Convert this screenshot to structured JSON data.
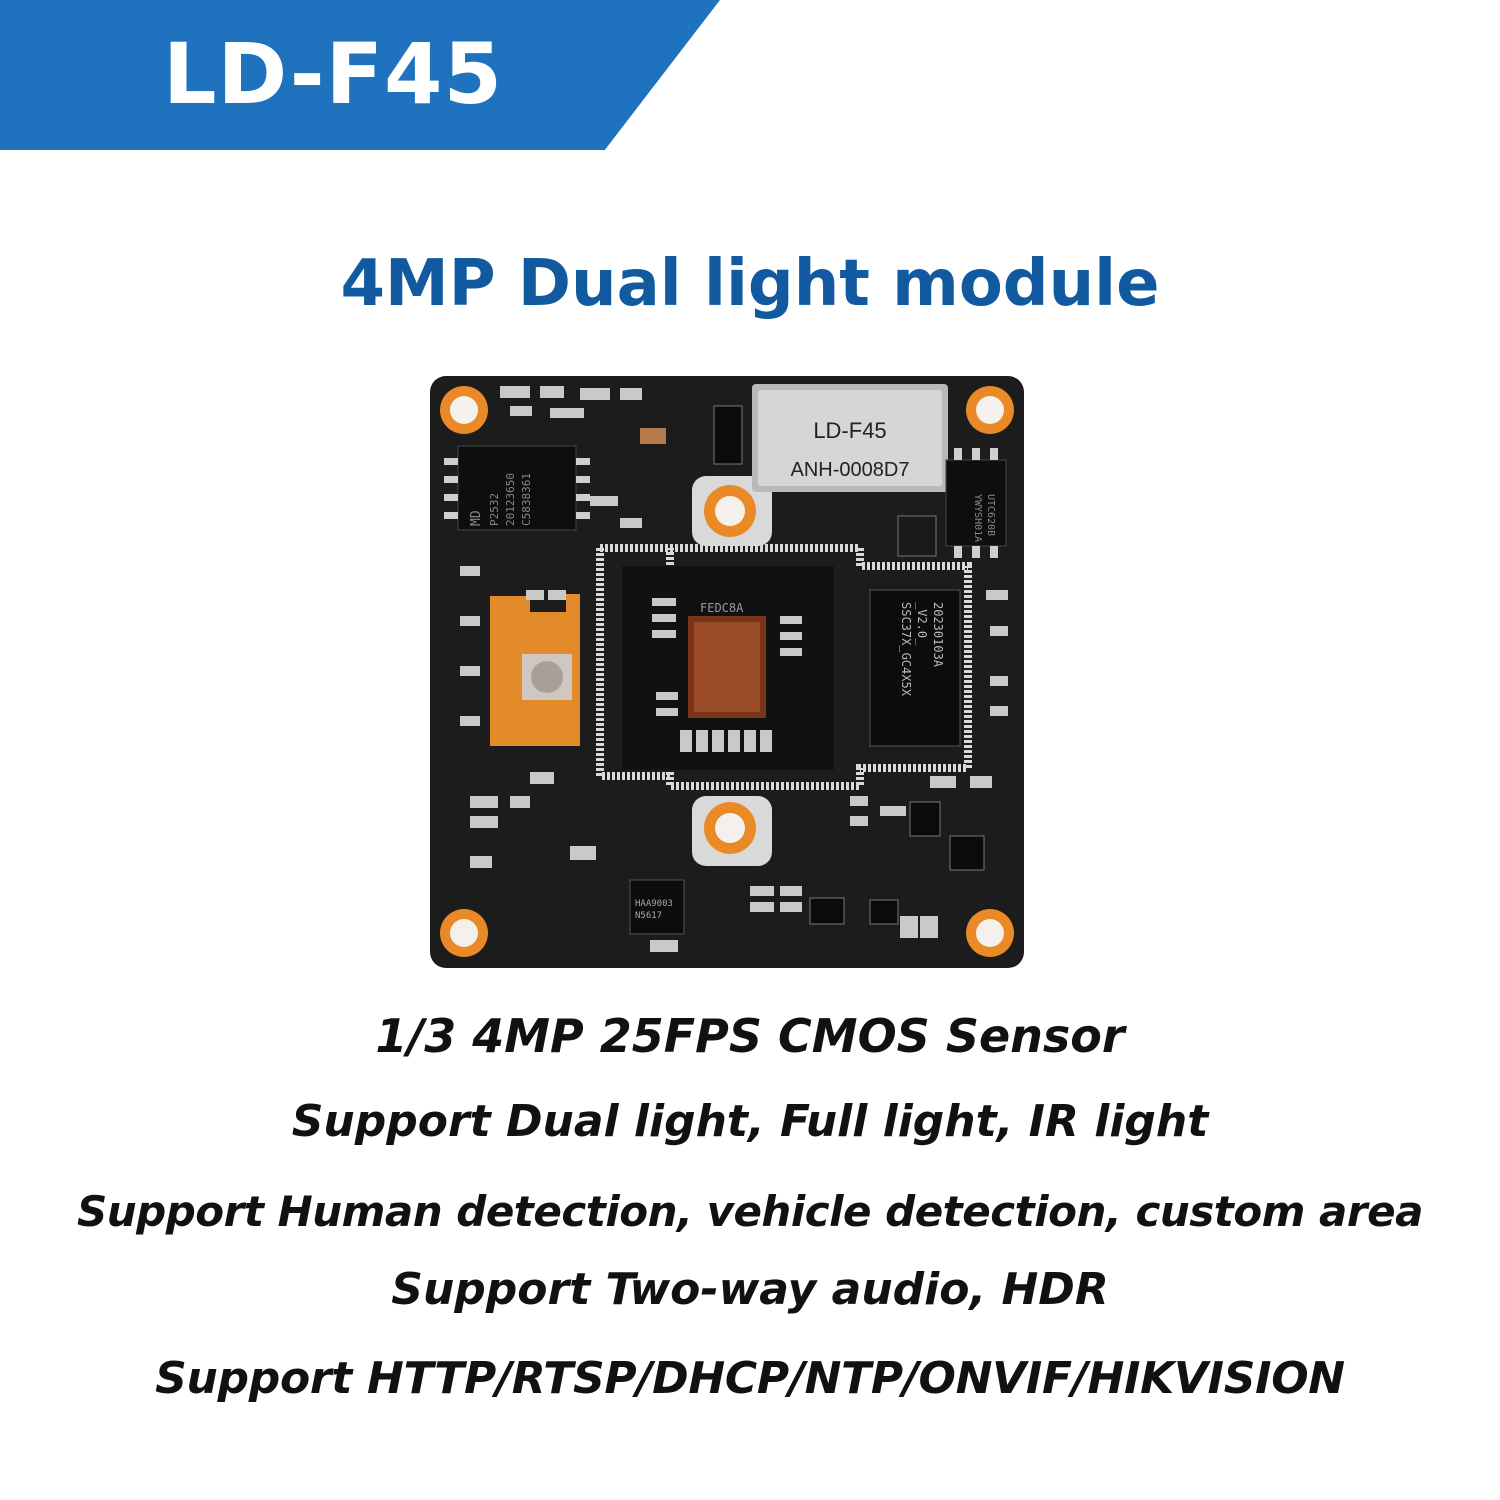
{
  "banner": {
    "title": "LD-F45",
    "color": "#1f72bd"
  },
  "subtitle": "4MP Dual light module",
  "board": {
    "ethernet_label": "LD-F45",
    "ethernet_code": "ANH-0008D7",
    "sensor_label": "FEDC8A",
    "chip_markings": [
      "SSC37X_GC4X5X",
      "_V2.0_",
      "20230103A"
    ],
    "flash_markings": [
      "MD",
      "P2532",
      "20123650",
      "C5838361"
    ],
    "mosfet_markings": [
      "YWYSH01A",
      "UTC620B"
    ],
    "codec_markings": [
      "HAA9003",
      "N5617"
    ]
  },
  "features": [
    "1/3 4MP 25FPS CMOS Sensor",
    "Support Dual light, Full light, IR light",
    "Support Human detection, vehicle detection, custom area",
    "Support Two-way audio,  HDR",
    "Support HTTP/RTSP/DHCP/NTP/ONVIF/HIKVISION"
  ],
  "colors": {
    "subtitle": "#125aa0",
    "pcb": "#1c1c1c",
    "pad": "#e98a26"
  }
}
